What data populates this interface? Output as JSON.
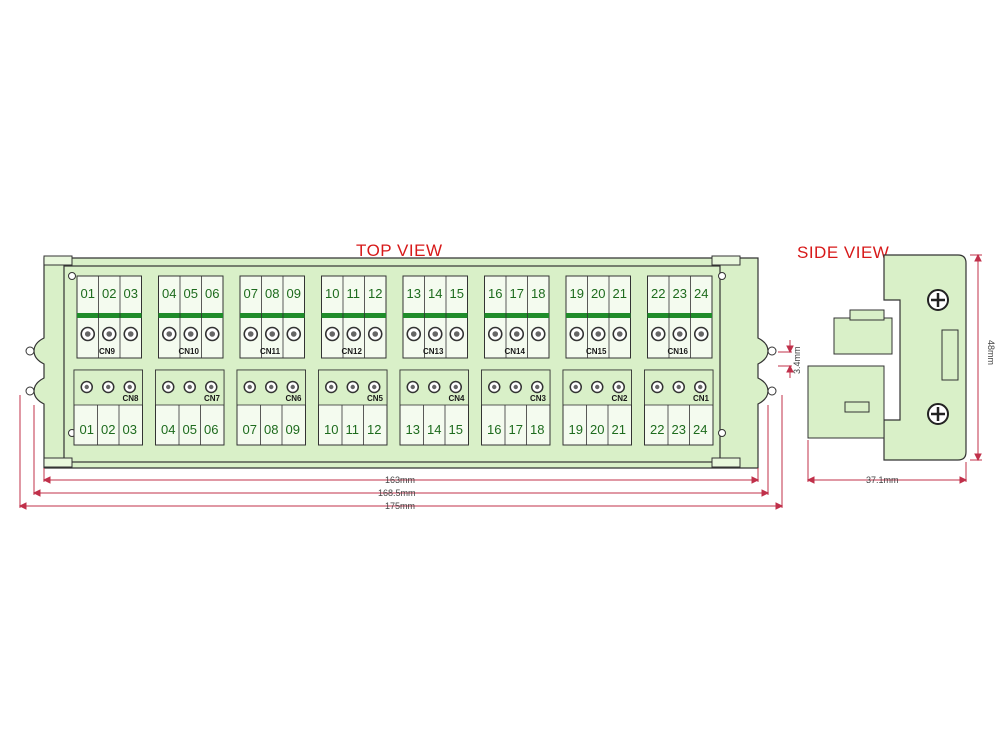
{
  "titles": {
    "top": "TOP VIEW",
    "side": "SIDE VIEW"
  },
  "top_row": {
    "connectors": [
      {
        "cn": "CN9",
        "pins": [
          "01",
          "02",
          "03"
        ]
      },
      {
        "cn": "CN10",
        "pins": [
          "04",
          "05",
          "06"
        ]
      },
      {
        "cn": "CN11",
        "pins": [
          "07",
          "08",
          "09"
        ]
      },
      {
        "cn": "CN12",
        "pins": [
          "10",
          "11",
          "12"
        ]
      },
      {
        "cn": "CN13",
        "pins": [
          "13",
          "14",
          "15"
        ]
      },
      {
        "cn": "CN14",
        "pins": [
          "16",
          "17",
          "18"
        ]
      },
      {
        "cn": "CN15",
        "pins": [
          "19",
          "20",
          "21"
        ]
      },
      {
        "cn": "CN16",
        "pins": [
          "22",
          "23",
          "24"
        ]
      }
    ]
  },
  "bottom_row": {
    "connectors": [
      {
        "cn": "CN8",
        "pins": [
          "01",
          "02",
          "03"
        ]
      },
      {
        "cn": "CN7",
        "pins": [
          "04",
          "05",
          "06"
        ]
      },
      {
        "cn": "CN6",
        "pins": [
          "07",
          "08",
          "09"
        ]
      },
      {
        "cn": "CN5",
        "pins": [
          "10",
          "11",
          "12"
        ]
      },
      {
        "cn": "CN4",
        "pins": [
          "13",
          "14",
          "15"
        ]
      },
      {
        "cn": "CN3",
        "pins": [
          "16",
          "17",
          "18"
        ]
      },
      {
        "cn": "CN2",
        "pins": [
          "19",
          "20",
          "21"
        ]
      },
      {
        "cn": "CN1",
        "pins": [
          "22",
          "23",
          "24"
        ]
      }
    ]
  },
  "dimensions": {
    "width_163": "163mm",
    "width_168": "168.5mm",
    "width_175": "175mm",
    "depth": "37.1mm",
    "height": "48mm",
    "offset": "3.4mm"
  },
  "colors": {
    "board": "#d9f0c8",
    "outline": "#333333",
    "accent": "#1f8c2a",
    "title": "#d71919",
    "dimension": "#c0304a"
  }
}
